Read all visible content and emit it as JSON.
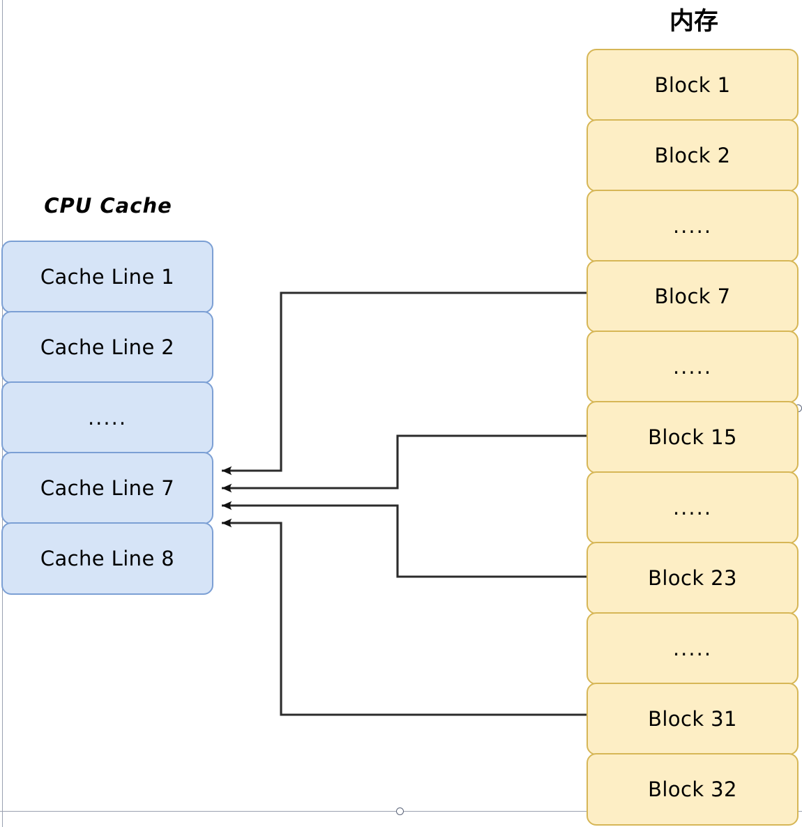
{
  "diagram": {
    "title_cpu": "CPU Cache",
    "title_memory": "内存",
    "colors": {
      "cache_fill": "#d6e4f7",
      "cache_stroke": "#7b9fd4",
      "memory_fill": "#fdeec5",
      "memory_stroke": "#d6b656",
      "connector": "#2b2b2b",
      "page_guide": "#9aa0b0"
    }
  },
  "cache": {
    "label": "CPU Cache",
    "lines": [
      {
        "label": "Cache Line 1",
        "is_ellipsis": false
      },
      {
        "label": "Cache Line 2",
        "is_ellipsis": false
      },
      {
        "label": ".....",
        "is_ellipsis": true
      },
      {
        "label": "Cache Line 7",
        "is_ellipsis": false
      },
      {
        "label": "Cache Line 8",
        "is_ellipsis": false
      }
    ]
  },
  "memory": {
    "label": "内存",
    "blocks": [
      {
        "label": "Block 1",
        "is_ellipsis": false
      },
      {
        "label": "Block 2",
        "is_ellipsis": false
      },
      {
        "label": ".....",
        "is_ellipsis": true
      },
      {
        "label": "Block 7",
        "is_ellipsis": false
      },
      {
        "label": ".....",
        "is_ellipsis": true
      },
      {
        "label": "Block 15",
        "is_ellipsis": false
      },
      {
        "label": ".....",
        "is_ellipsis": true
      },
      {
        "label": "Block 23",
        "is_ellipsis": false
      },
      {
        "label": ".....",
        "is_ellipsis": true
      },
      {
        "label": "Block 31",
        "is_ellipsis": false
      },
      {
        "label": "Block 32",
        "is_ellipsis": false
      }
    ]
  },
  "mappings": [
    {
      "from_block": "Block 7",
      "to_cache_line": "Cache Line 7"
    },
    {
      "from_block": "Block 15",
      "to_cache_line": "Cache Line 7"
    },
    {
      "from_block": "Block 23",
      "to_cache_line": "Cache Line 7"
    },
    {
      "from_block": "Block 31",
      "to_cache_line": "Cache Line 7"
    }
  ]
}
